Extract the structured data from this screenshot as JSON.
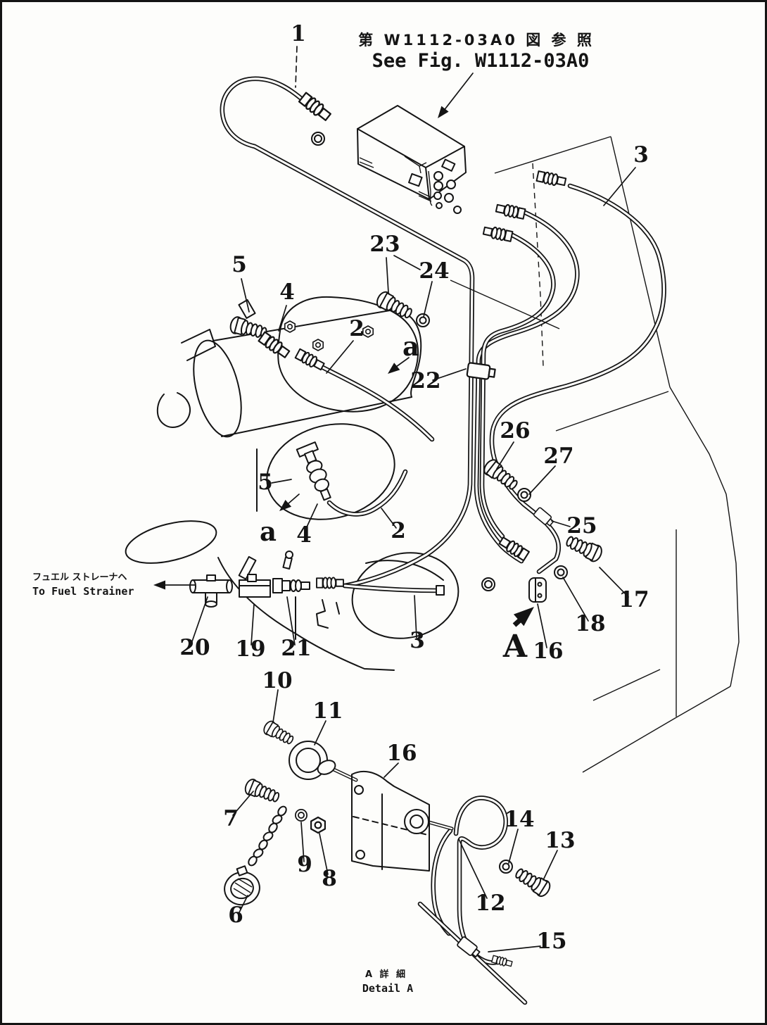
{
  "figure": {
    "ref_note_jp": "第 W1112-03A0 図 参 照",
    "ref_note_en": "See Fig. W1112-03A0",
    "to_fuel_strainer_jp": "フュエル ストレーナヘ",
    "to_fuel_strainer_en": "To Fuel Strainer",
    "detail_note_jp": "A 詳 細",
    "detail_note_en": "Detail A"
  },
  "colors": {
    "ink": "#141414",
    "paper": "#fdfdfb"
  },
  "callouts": [
    {
      "label": "1"
    },
    {
      "label": "3"
    },
    {
      "label": "23"
    },
    {
      "label": "24"
    },
    {
      "label": "5"
    },
    {
      "label": "4"
    },
    {
      "label": "2"
    },
    {
      "label": "a"
    },
    {
      "label": "22"
    },
    {
      "label": "26"
    },
    {
      "label": "27"
    },
    {
      "label": "5"
    },
    {
      "label": "a"
    },
    {
      "label": "4"
    },
    {
      "label": "2"
    },
    {
      "label": "25"
    },
    {
      "label": "17"
    },
    {
      "label": "18"
    },
    {
      "label": "16"
    },
    {
      "label": "A"
    },
    {
      "label": "20"
    },
    {
      "label": "19"
    },
    {
      "label": "21"
    },
    {
      "label": "3"
    },
    {
      "label": "10"
    },
    {
      "label": "11"
    },
    {
      "label": "16"
    },
    {
      "label": "7"
    },
    {
      "label": "9"
    },
    {
      "label": "8"
    },
    {
      "label": "6"
    },
    {
      "label": "12"
    },
    {
      "label": "14"
    },
    {
      "label": "13"
    },
    {
      "label": "15"
    }
  ]
}
